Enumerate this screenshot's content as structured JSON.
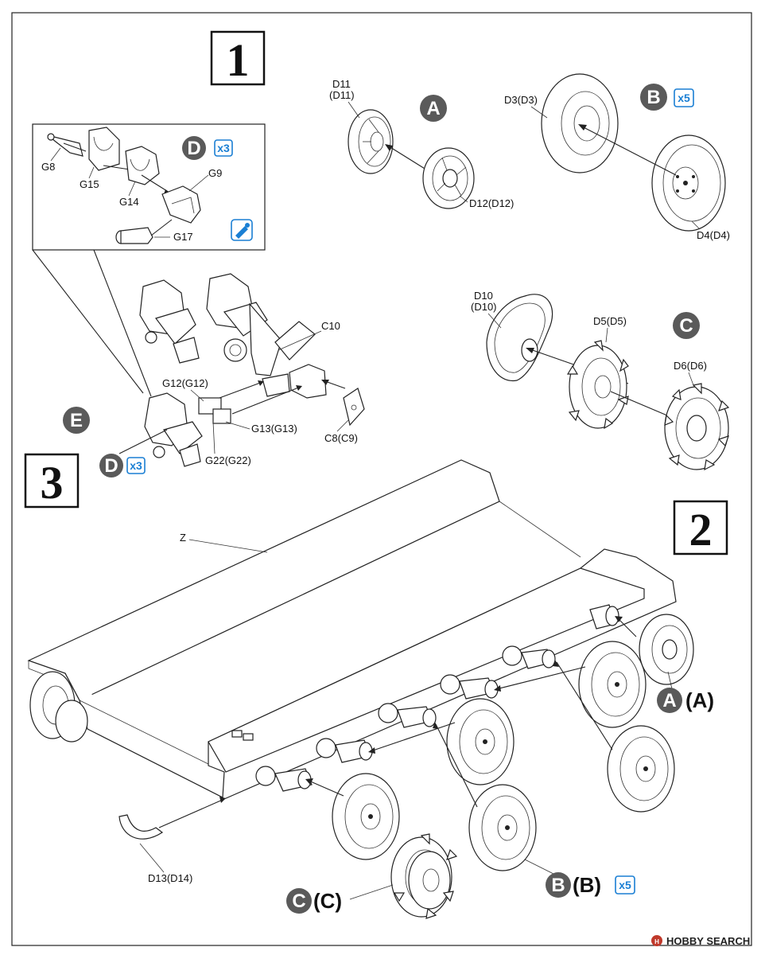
{
  "steps": {
    "s1": "1",
    "s2": "2",
    "s3": "3"
  },
  "badges": {
    "a": "A",
    "b": "B",
    "c": "C",
    "d": "D",
    "e": "E"
  },
  "multipliers": {
    "x5": "x5",
    "x3": "x3"
  },
  "labels": {
    "d11": "D11",
    "d11p": "(D11)",
    "d12": "D12(D12)",
    "d3": "D3(D3)",
    "d4": "D4(D4)",
    "d10": "D10",
    "d10p": "(D10)",
    "d5": "D5(D5)",
    "d6": "D6(D6)",
    "g8": "G8",
    "g15": "G15",
    "g14": "G14",
    "g9": "G9",
    "g17": "G17",
    "c10": "C10",
    "g12": "G12(G12)",
    "g13": "G13(G13)",
    "g22": "G22(G22)",
    "c8": "C8(C9)",
    "z": "Z",
    "d13": "D13(D14)"
  },
  "callouts": {
    "a_paren": "(A)",
    "b_paren": "(B)",
    "c_paren": "(C)"
  },
  "icons": {
    "glue": "cement-icon",
    "multiplier": "multiplier-box-icon"
  },
  "colors": {
    "badge": "#5a5a5a",
    "accent": "#1a7fd4",
    "line": "#222222"
  },
  "watermark": "HOBBY SEARCH"
}
